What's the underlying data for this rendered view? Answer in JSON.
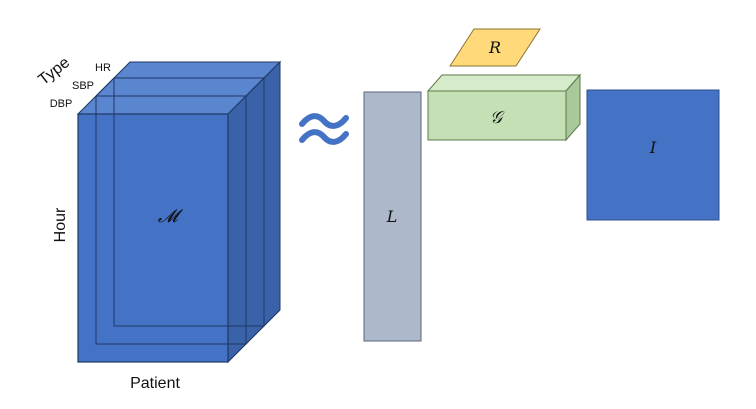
{
  "labels": {
    "type_axis": "Type",
    "hour_axis": "Hour",
    "patient_axis": "Patient",
    "slice_hr": "HR",
    "slice_sbp": "SBP",
    "slice_dbp": "DBP"
  },
  "tensor_symbol": "𝓜",
  "approx_symbol": "≈",
  "factors": {
    "L": "L",
    "G": "𝒢",
    "R": "R",
    "I": "I"
  },
  "colors": {
    "tensor_front": "#4472c4",
    "tensor_top": "#5a85cf",
    "tensor_side": "#3a62a8",
    "tensor_edge": "#1f3864",
    "approx": "#4472c4",
    "L_fill": "#adb9ca",
    "L_stroke": "#5a6578",
    "G_front": "#c5e0b4",
    "G_top": "#d6ebc9",
    "G_side": "#a9c99a",
    "G_stroke": "#5c7a4c",
    "R_fill": "#ffd97a",
    "R_stroke": "#8a7430",
    "I_fill": "#4472c4",
    "I_stroke": "#2f4f8f"
  }
}
